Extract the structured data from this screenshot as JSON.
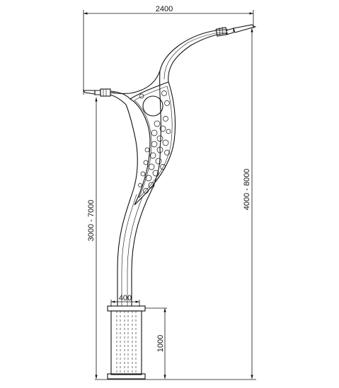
{
  "dimensions": {
    "width_top": "2400",
    "height_total": "4000 - 8000",
    "height_lower_arm": "3000 - 7000",
    "base_width": "400",
    "base_height": "1000"
  },
  "colors": {
    "line": "#111111",
    "background": "#ffffff"
  }
}
